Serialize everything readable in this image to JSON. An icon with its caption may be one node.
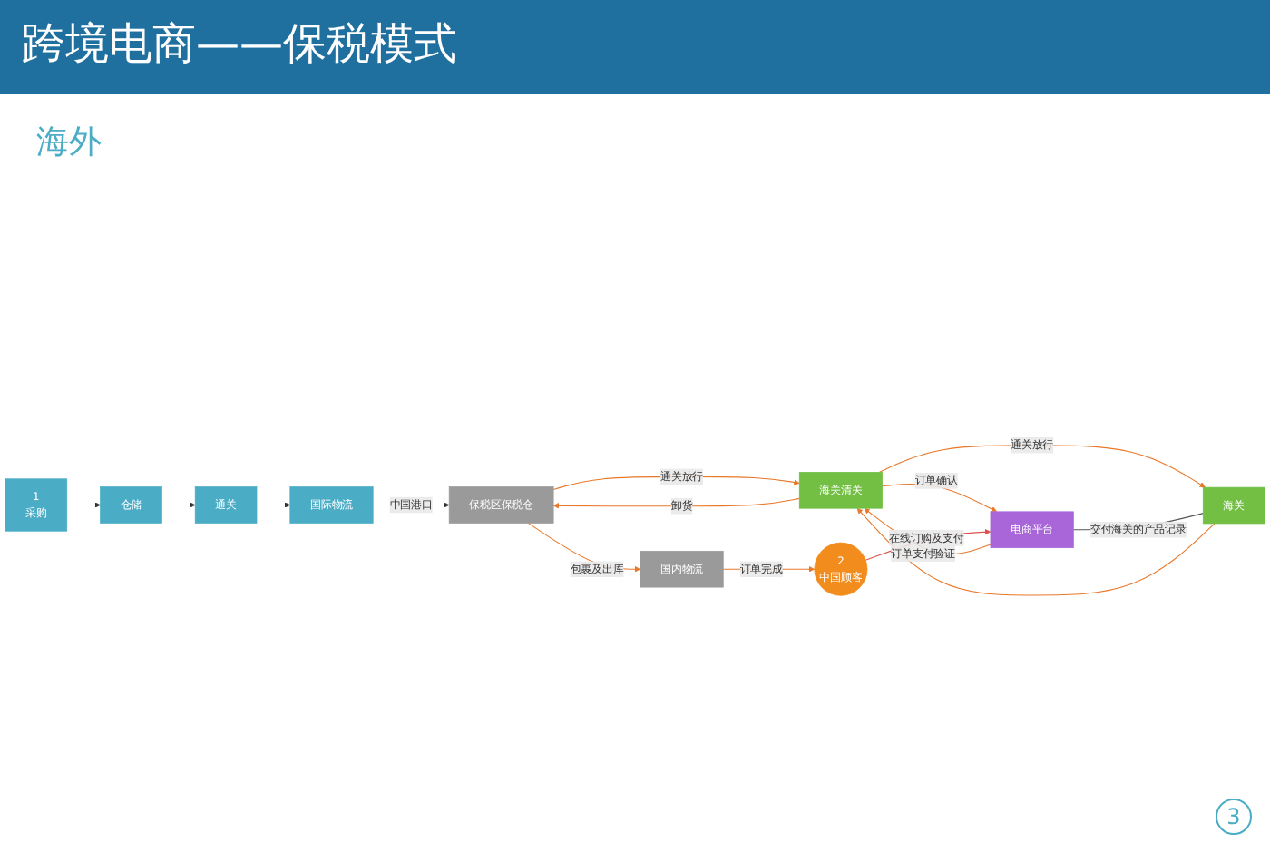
{
  "diagram": {
    "title": "跨境电商——保税模式",
    "nodes": [
      {
        "text": [
          "1",
          "采购"
        ]
      },
      {
        "text": [
          "仓储"
        ]
      },
      {
        "text": [
          "通关"
        ]
      },
      {
        "text": [
          "国际物流"
        ]
      },
      {
        "text": [
          "电商平台"
        ]
      },
      {
        "text": [
          "海关清关"
        ]
      },
      {
        "text": [
          "海关"
        ]
      },
      {
        "text": [
          "2",
          "中国顾客"
        ]
      },
      {
        "text": [
          "保税区保税仓"
        ]
      },
      {
        "text": [
          "国内物流"
        ]
      }
    ],
    "edges": [
      {
        "from": 0,
        "to": 1,
        "arrow": "to",
        "color": "#333333"
      },
      {
        "from": 1,
        "to": 2,
        "arrow": "to",
        "color": "#333333"
      },
      {
        "from": 2,
        "to": 3,
        "arrow": "to",
        "color": "#333333"
      },
      {
        "from": 3,
        "to": 8,
        "arrow": "to",
        "label": "中国港口",
        "color": "#333333"
      },
      {
        "from": 4,
        "to": 5,
        "arrow": "to",
        "label": "订单支付验证"
      },
      {
        "from": 5,
        "to": 4,
        "arrow": "to",
        "label": "订单确认"
      },
      {
        "from": 5,
        "to": 6,
        "arrow": "to",
        "label": "通关放行"
      },
      {
        "from": 6,
        "to": 5,
        "arrow": "to"
      },
      {
        "from": 8,
        "to": 5,
        "arrow": "to",
        "label": "通关放行"
      },
      {
        "from": 5,
        "to": 8,
        "arrow": "to",
        "label": "卸货"
      },
      {
        "from": 8,
        "to": 9,
        "arrow": "to",
        "label": "包裹及出库"
      },
      {
        "from": 9,
        "to": 7,
        "arrow": "to",
        "label": "订单完成"
      },
      {
        "from": 7,
        "to": 4,
        "arrow": "to",
        "label": "在线订购及支付",
        "color": "#d9534f"
      },
      {
        "from": 4,
        "to": 6,
        "arrow": "none",
        "label": "交付海关的产品记录",
        "color": "#555555"
      }
    ],
    "labels": [
      "海外",
      "3"
    ]
  }
}
